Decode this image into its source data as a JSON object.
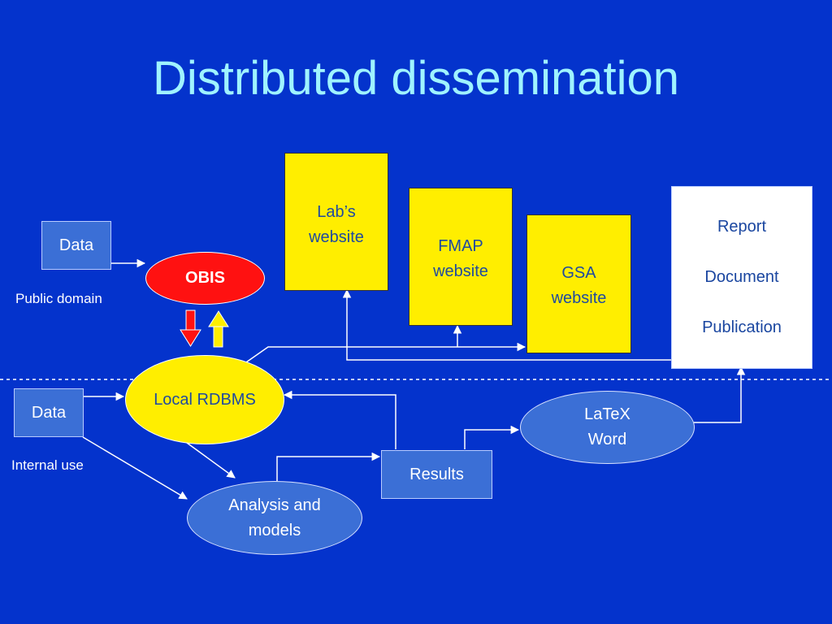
{
  "slide": {
    "title": "Distributed dissemination"
  },
  "nodes": {
    "public_data": "Data",
    "obis": "OBIS",
    "internal_data": "Data",
    "local_rdbms": "Local RDBMS",
    "labs_website": "Lab’s\nwebsite",
    "fmap_website": "FMAP\nwebsite",
    "gsa_website": "GSA\nwebsite",
    "report_document_publication": "Report\n\nDocument\n\nPublication",
    "latex_word": "LaTeX\nWord",
    "results": "Results",
    "analysis_models": "Analysis and\nmodels"
  },
  "labels": {
    "public_domain": "Public domain",
    "internal_use": "Internal use"
  },
  "colors": {
    "background": "#0433cc",
    "title": "#9ff3ff",
    "yellow": "#ffee00",
    "red": "#ff1111",
    "box_blue": "#3b6fd6",
    "connector": "#ffffff"
  }
}
